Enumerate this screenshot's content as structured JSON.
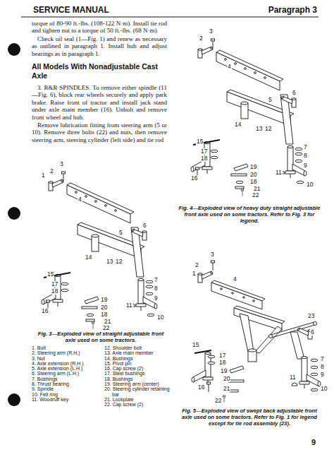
{
  "diagram": {
    "title": "SERVICE MANUAL",
    "labels": [
      "Paragraph 3",
      "torque of 80-90 ft.-lbs. (108-122 N·m). Install tie rod and tighten nut to a torque of 50 ft.-lbs. (68 N·m).",
      "Check oil seal (1—Fig. 1) and renew as necessary as outlined in paragraph 1. Install hub and adjust bearings as in paragraph 1.",
      "All Models With Nonadjustable Cast Axle",
      "3. R&R SPINDLES. To remove either spindle (11—Fig. 6), block rear wheels securely and apply park brake. Raise front of tractor and install jack stand under axle main member (16). Unbolt and remove front wheel and hub.",
      "Remove lubrication fitting from steering arm (5 or 10). Remove three bolts (22) and nuts, then remove steering arm, steering cylinder (left side) and tie rod",
      "Fig. 3—Exploded view of straight adjustable front axle used on some tractors.",
      "1. Bolt",
      "2. Steering arm (R.H.)",
      "3. Nut",
      "4. Axle extension (R.H.)",
      "5. Axle extension (L.H.)",
      "6. Steering arm (L.H.)",
      "7. Bushings",
      "8. Thrust bearing",
      "9. Spindle",
      "10. Felt ring",
      "11. Woodruff key",
      "12. Shoulder bolt",
      "13. Axle main member",
      "14. Bushings",
      "15. Pivot pin",
      "16. Cap screw (2)",
      "17. Steel bushings",
      "18. Bushings",
      "19. Steering arm (center)",
      "20. Steering cylinder retaining bar",
      "21. Lockplate",
      "22. Cap screw (2)",
      "Fig. 4—Exploded view of heavy duty straight adjustable front axle used on some tractors. Refer to Fig. 3 for legend.",
      "Fig. 5—Exploded view of swept back adjustable front axle used on some tractors. Refer to Fig. 1 for legend except for tie rod assembly (23).",
      "9",
      "1",
      "2",
      "3",
      "4",
      "5",
      "6",
      "13",
      "12",
      "14",
      "15",
      "17",
      "18",
      "16",
      "19",
      "20",
      "18",
      "21",
      "22",
      "7",
      "8",
      "9",
      "11",
      "10",
      "3",
      "2",
      "4",
      "5",
      "6",
      "14",
      "13",
      "12",
      "15",
      "17",
      "18",
      "16",
      "19",
      "20",
      "18",
      "21",
      "22",
      "7",
      "8",
      "9",
      "11",
      "10",
      "3",
      "2",
      "1",
      "4",
      "23",
      "6",
      "15",
      "17",
      "18",
      "19",
      "20",
      "16",
      "21",
      "22",
      "7",
      "8",
      "9",
      "11",
      "10"
    ]
  }
}
